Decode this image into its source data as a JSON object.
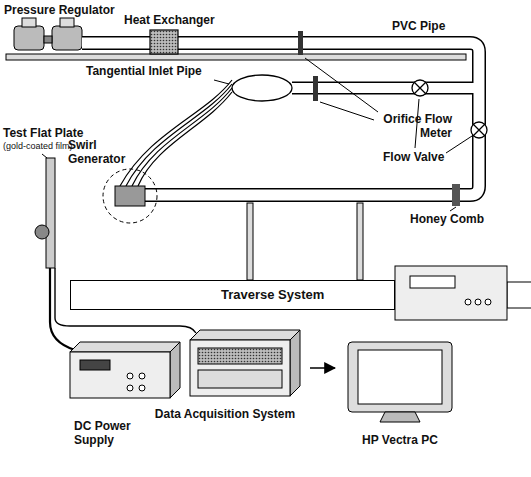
{
  "diagram": {
    "nodes": [
      {
        "text": [
          "Traverse System"
        ]
      },
      {
        "text": [
          "DC Power Supply"
        ]
      },
      {
        "text": [
          "Data Acquisition System"
        ]
      },
      {
        "text": [
          "HP Vectra PC"
        ]
      }
    ],
    "edges": [
      {
        "from": 2,
        "to": 3,
        "arrow": "to"
      }
    ],
    "labels": [
      "Pressure Regulator",
      "Heat Exchanger",
      "PVC Pipe",
      "Tangential Inlet Pipe",
      "Orifice Flow Meter",
      "Test Flat Plate",
      "(gold-coated film)",
      "Swirl Generator",
      "Flow Valve",
      "Honey Comb"
    ]
  }
}
